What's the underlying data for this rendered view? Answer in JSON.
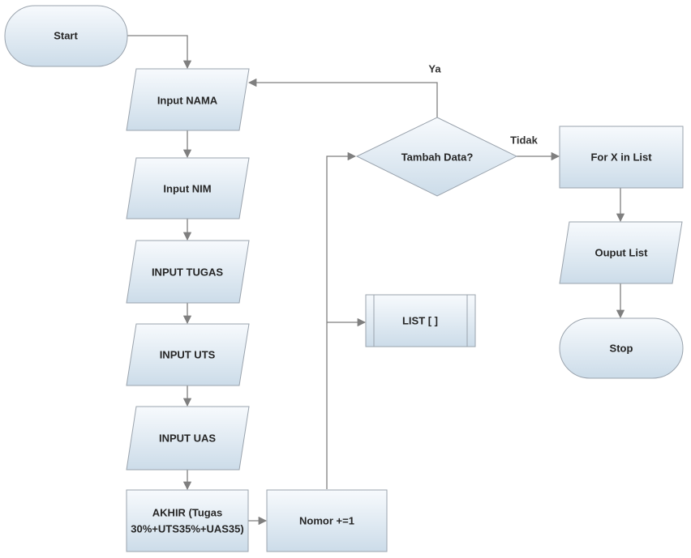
{
  "colors": {
    "shape_fill_top": "#f7fafd",
    "shape_fill_bottom": "#ccdce9",
    "shape_stroke": "#9aa3ad",
    "connector": "#7f7f7f",
    "text": "#262626"
  },
  "nodes": {
    "start": "Start",
    "input_nama": "Input NAMA",
    "input_nim": "Input NIM",
    "input_tugas": "INPUT TUGAS",
    "input_uts": "INPUT UTS",
    "input_uas": "INPUT UAS",
    "akhir_line1": "AKHIR (Tugas",
    "akhir_line2": "30%+UTS35%+UAS35)",
    "nomor": "Nomor +=1",
    "decision": "Tambah Data?",
    "list": "LIST [ ]",
    "for_loop": "For X in List",
    "output": "Ouput List",
    "stop": "Stop"
  },
  "edges": {
    "yes": "Ya",
    "no": "Tidak"
  }
}
